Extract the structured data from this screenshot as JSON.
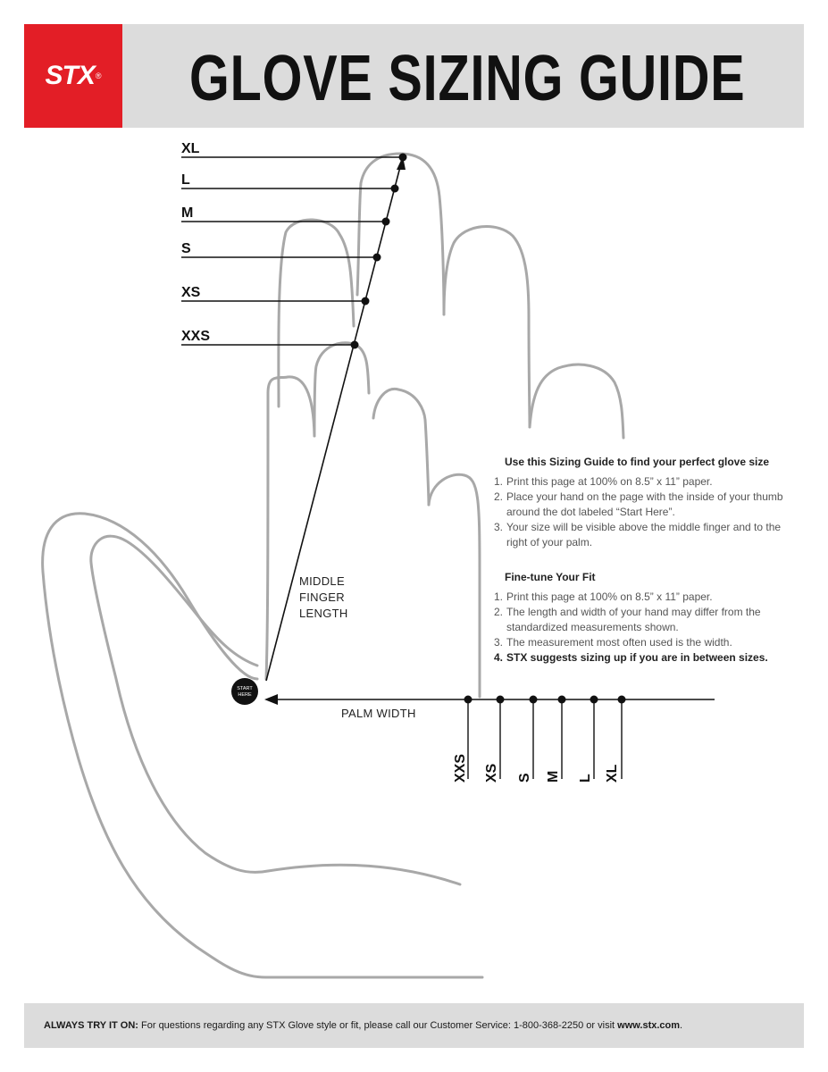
{
  "header": {
    "logo_text": "STX",
    "logo_reg": "®",
    "title": "GLOVE SIZING GUIDE",
    "brand_color": "#e31e26",
    "band_color": "#dcdcdc"
  },
  "finger_sizes": [
    "XL",
    "L",
    "M",
    "S",
    "XS",
    "XXS"
  ],
  "palm_sizes": [
    "XXS",
    "XS",
    "S",
    "M",
    "L",
    "XL"
  ],
  "labels": {
    "middle_finger_1": "MIDDLE",
    "middle_finger_2": "FINGER",
    "middle_finger_3": "LENGTH",
    "palm_width": "PALM WIDTH",
    "start_1": "START",
    "start_2": "HERE"
  },
  "instructions": {
    "heading": "Use this Sizing Guide to find your perfect glove size",
    "items": [
      "Print this page at 100% on 8.5” x 11” paper.",
      "Place your hand on the page with the inside of your thumb around the dot labeled “Start Here”.",
      "Your size will be visible above the middle finger and to the right of your palm."
    ]
  },
  "fine_tune": {
    "heading": "Fine-tune Your Fit",
    "items": [
      "Print this page at 100% on 8.5” x 11” paper.",
      "The length and width of your hand may differ from the standardized measurements shown.",
      "The measurement most often used is the width.",
      "STX suggests sizing up if you are in between sizes."
    ]
  },
  "footer": {
    "lead": "ALWAYS TRY IT ON:",
    "text": " For questions regarding any STX Glove style or fit, please call our Customer Service: 1-800-368-2250 or visit ",
    "url": "www.stx.com",
    "end": "."
  },
  "colors": {
    "outline": "#a8a8a8",
    "line": "#111111"
  }
}
